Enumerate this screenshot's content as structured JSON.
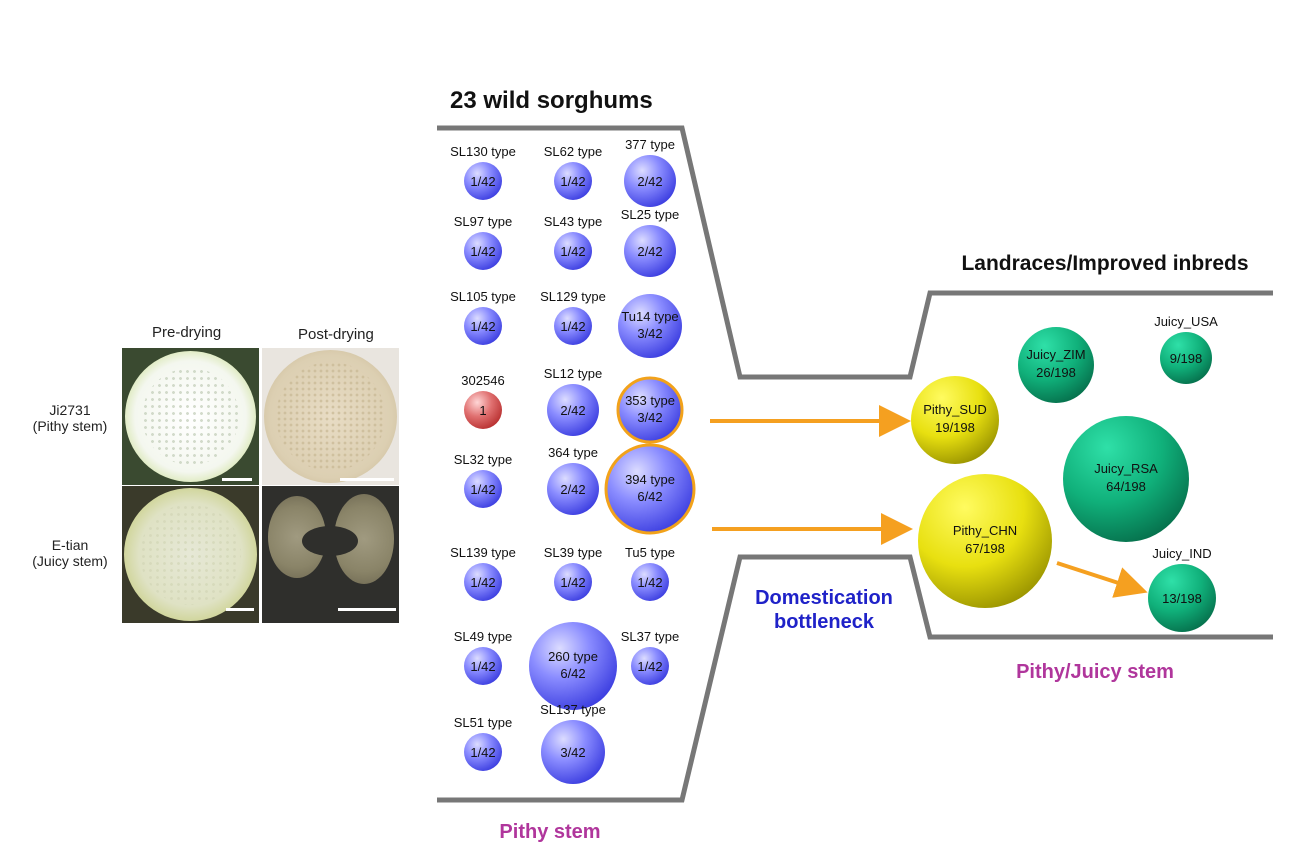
{
  "photos": {
    "column_headers": [
      "Pre-drying",
      "Post-drying"
    ],
    "rows": [
      {
        "name": "Ji2731",
        "type": "(Pithy stem)"
      },
      {
        "name": "E-tian",
        "type": "(Juicy stem)"
      }
    ]
  },
  "wild": {
    "title": "23 wild sorghums",
    "footer": "Pithy stem",
    "bubbles": [
      {
        "label": "SL130 type",
        "value": "1/42",
        "count": 1,
        "highlight": false,
        "wild_unique": false
      },
      {
        "label": "SL62 type",
        "value": "1/42",
        "count": 1,
        "highlight": false,
        "wild_unique": false
      },
      {
        "label": "377 type",
        "value": "2/42",
        "count": 2,
        "highlight": false,
        "wild_unique": false
      },
      {
        "label": "SL97 type",
        "value": "1/42",
        "count": 1,
        "highlight": false,
        "wild_unique": false
      },
      {
        "label": "SL43 type",
        "value": "1/42",
        "count": 1,
        "highlight": false,
        "wild_unique": false
      },
      {
        "label": "SL25 type",
        "value": "2/42",
        "count": 2,
        "highlight": false,
        "wild_unique": false
      },
      {
        "label": "SL105 type",
        "value": "1/42",
        "count": 1,
        "highlight": false,
        "wild_unique": false
      },
      {
        "label": "SL129 type",
        "value": "1/42",
        "count": 1,
        "highlight": false,
        "wild_unique": false
      },
      {
        "label": "Tu14 type",
        "value": "3/42",
        "count": 3,
        "highlight": false,
        "wild_unique": false
      },
      {
        "label": "302546",
        "value": "1",
        "count": 1,
        "highlight": false,
        "wild_unique": true
      },
      {
        "label": "SL12 type",
        "value": "2/42",
        "count": 2,
        "highlight": false,
        "wild_unique": false
      },
      {
        "label": "353 type",
        "value": "3/42",
        "count": 3,
        "highlight": true,
        "wild_unique": false
      },
      {
        "label": "SL32 type",
        "value": "1/42",
        "count": 1,
        "highlight": false,
        "wild_unique": false
      },
      {
        "label": "364 type",
        "value": "2/42",
        "count": 2,
        "highlight": false,
        "wild_unique": false
      },
      {
        "label": "394 type",
        "value": "6/42",
        "count": 6,
        "highlight": true,
        "wild_unique": false
      },
      {
        "label": "SL139 type",
        "value": "1/42",
        "count": 1,
        "highlight": false,
        "wild_unique": false
      },
      {
        "label": "SL39 type",
        "value": "1/42",
        "count": 1,
        "highlight": false,
        "wild_unique": false
      },
      {
        "label": "Tu5 type",
        "value": "1/42",
        "count": 1,
        "highlight": false,
        "wild_unique": false
      },
      {
        "label": "SL49 type",
        "value": "1/42",
        "count": 1,
        "highlight": false,
        "wild_unique": false
      },
      {
        "label": "260 type",
        "value": "6/42",
        "count": 6,
        "highlight": false,
        "wild_unique": false
      },
      {
        "label": "SL37 type",
        "value": "1/42",
        "count": 1,
        "highlight": false,
        "wild_unique": false
      },
      {
        "label": "SL51 type",
        "value": "1/42",
        "count": 1,
        "highlight": false,
        "wild_unique": false
      },
      {
        "label": "SL137 type",
        "value": "3/42",
        "count": 3,
        "highlight": false,
        "wild_unique": false
      }
    ]
  },
  "bottleneck": {
    "line1": "Domestication",
    "line2": "bottleneck"
  },
  "landraces": {
    "title": "Landraces/Improved inbreds",
    "footer": "Pithy/Juicy stem",
    "bubbles": [
      {
        "label": "Pithy_SUD",
        "value": "19/198",
        "count": 19,
        "group": "pithy"
      },
      {
        "label": "Pithy_CHN",
        "value": "67/198",
        "count": 67,
        "group": "pithy"
      },
      {
        "label": "Juicy_ZIM",
        "value": "26/198",
        "count": 26,
        "group": "juicy"
      },
      {
        "label": "Juicy_USA",
        "value": "9/198",
        "count": 9,
        "group": "juicy"
      },
      {
        "label": "Juicy_RSA",
        "value": "64/198",
        "count": 64,
        "group": "juicy"
      },
      {
        "label": "Juicy_IND",
        "value": "13/198",
        "count": 13,
        "group": "juicy"
      }
    ]
  },
  "colors": {
    "wild_bubble": "#5a5cf0",
    "wild_unique": "#d84848",
    "highlight_ring": "#f2a21a",
    "pithy_bubble": "#e8e010",
    "juicy_bubble": "#0aa877",
    "arrow": "#f5a020",
    "outline": "#777777",
    "bottleneck_text": "#1f22c8",
    "footer_text": "#b0369c"
  }
}
